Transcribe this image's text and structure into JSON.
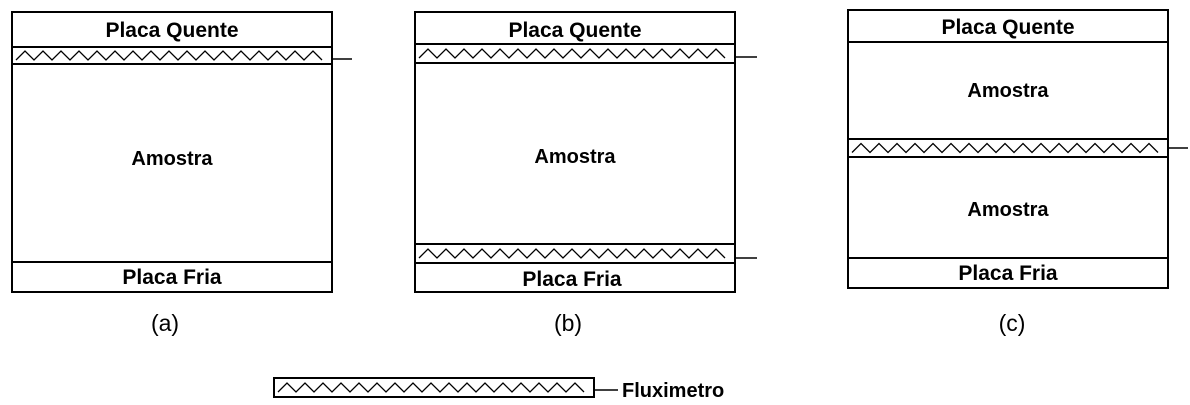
{
  "labels": {
    "hot_plate": "Placa Quente",
    "cold_plate": "Placa Fria",
    "sample": "Amostra",
    "flux_meter": "Fluximetro"
  },
  "captions": [
    "(a)",
    "(b)",
    "(c)"
  ]
}
